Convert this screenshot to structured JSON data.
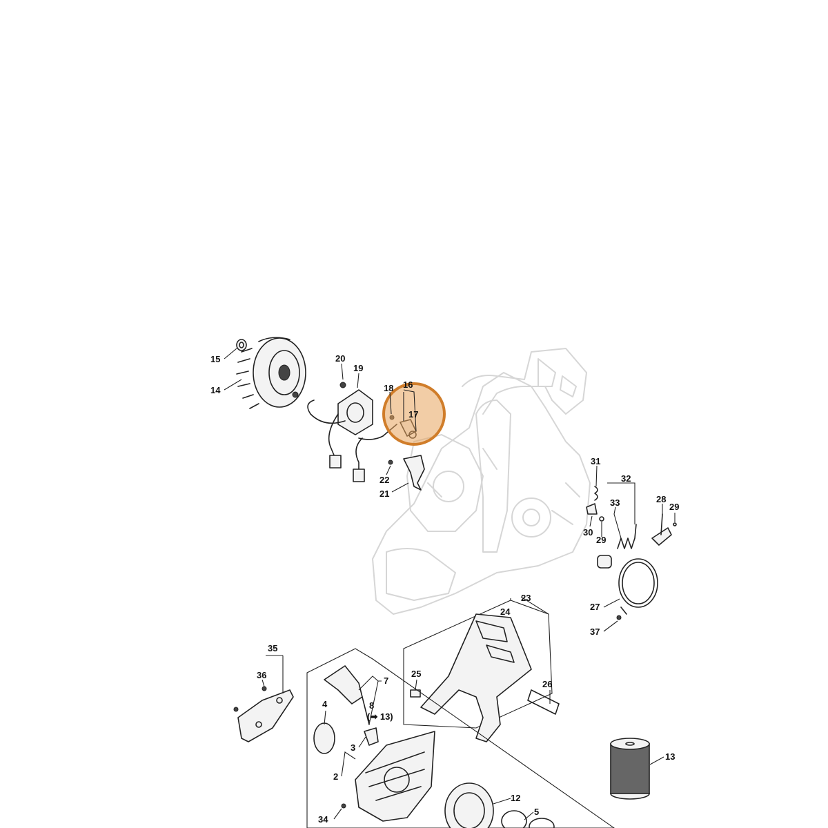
{
  "diagram": {
    "callouts": {
      "c15": "15",
      "c14": "14",
      "c20": "20",
      "c19": "19",
      "c18": "18",
      "c16": "16",
      "c17": "17",
      "c22": "22",
      "c21": "21",
      "c31": "31",
      "c32": "32",
      "c33": "33",
      "c28": "28",
      "c29a": "29",
      "c29b": "29",
      "c30": "30",
      "c27": "27",
      "c37": "37",
      "c23": "23",
      "c24": "24",
      "c26": "26",
      "c25": "25",
      "c35": "35",
      "c36": "36",
      "c7": "7",
      "c8": "8",
      "c8ref": "(➡ 13)",
      "c4": "4",
      "c3": "3",
      "c2": "2",
      "c34": "34",
      "c12": "12",
      "c5": "5",
      "c13": "13"
    },
    "highlight_color": "#e8a45c"
  }
}
